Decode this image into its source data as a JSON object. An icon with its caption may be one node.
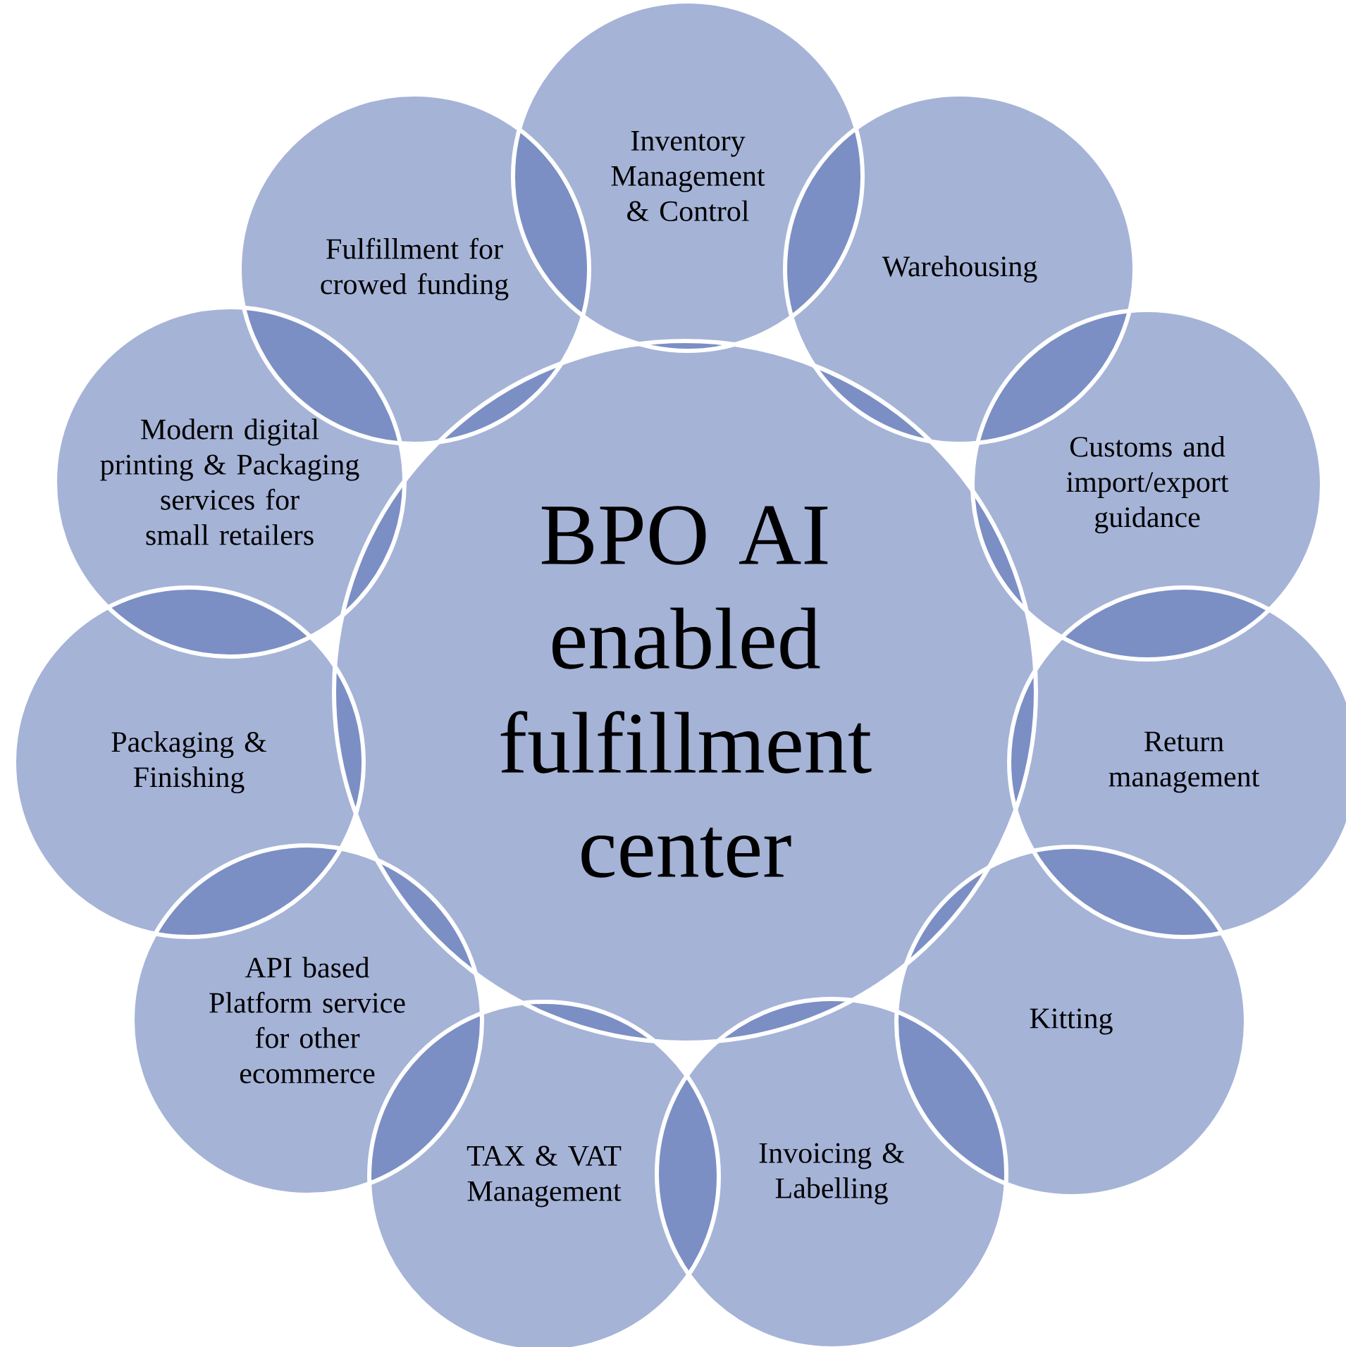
{
  "diagram": {
    "nodes": [
      {
        "text": [
          "BPO AI enabled fulfillment center"
        ]
      },
      {
        "text": [
          "Inventory Management & Control"
        ]
      },
      {
        "text": [
          "Warehousing"
        ]
      },
      {
        "text": [
          "Customs and import/export guidance"
        ]
      },
      {
        "text": [
          "Return management"
        ]
      },
      {
        "text": [
          "Kitting"
        ]
      },
      {
        "text": [
          "Invoicing & Labelling"
        ]
      },
      {
        "text": [
          "TAX & VAT Management"
        ]
      },
      {
        "text": [
          "API based Platform service for other ecommerce"
        ]
      },
      {
        "text": [
          "Packaging & Finishing"
        ]
      },
      {
        "text": [
          "Modern digital printing & Packaging services for small retailers"
        ]
      },
      {
        "text": [
          "Fulfillment for crowed funding"
        ]
      }
    ]
  }
}
